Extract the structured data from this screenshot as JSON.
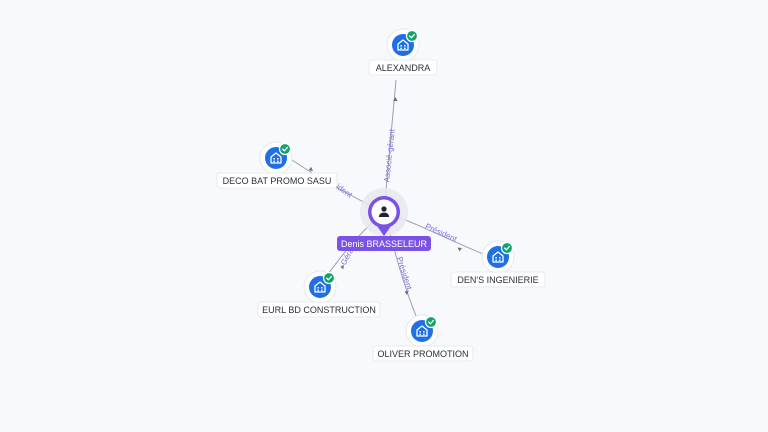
{
  "center": {
    "name": "Denis BRASSELEUR",
    "icon": "person-icon",
    "color": "#7b52e6"
  },
  "nodes": [
    {
      "id": "alexandra",
      "label": "ALEXANDRA",
      "icon": "building-icon",
      "verified": true
    },
    {
      "id": "deco-bat",
      "label": "DECO BAT PROMO SASU",
      "icon": "building-icon",
      "verified": true
    },
    {
      "id": "dens",
      "label": "DEN'S INGENIERIE",
      "icon": "building-icon",
      "verified": true
    },
    {
      "id": "eurl-bd",
      "label": "EURL BD CONSTRUCTION",
      "icon": "building-icon",
      "verified": true
    },
    {
      "id": "oliver",
      "label": "OLIVER PROMOTION",
      "icon": "building-icon",
      "verified": true
    }
  ],
  "edges": [
    {
      "to": "alexandra",
      "label": "Associé-gérant"
    },
    {
      "to": "deco-bat",
      "label": "Président"
    },
    {
      "to": "dens",
      "label": "Président"
    },
    {
      "to": "eurl-bd",
      "label": "Gérant"
    },
    {
      "to": "oliver",
      "label": "Président"
    }
  ],
  "colors": {
    "company": "#1f6fe5",
    "verified": "#10a36a",
    "person": "#7b52e6",
    "edge_label": "#7c6fd8"
  }
}
